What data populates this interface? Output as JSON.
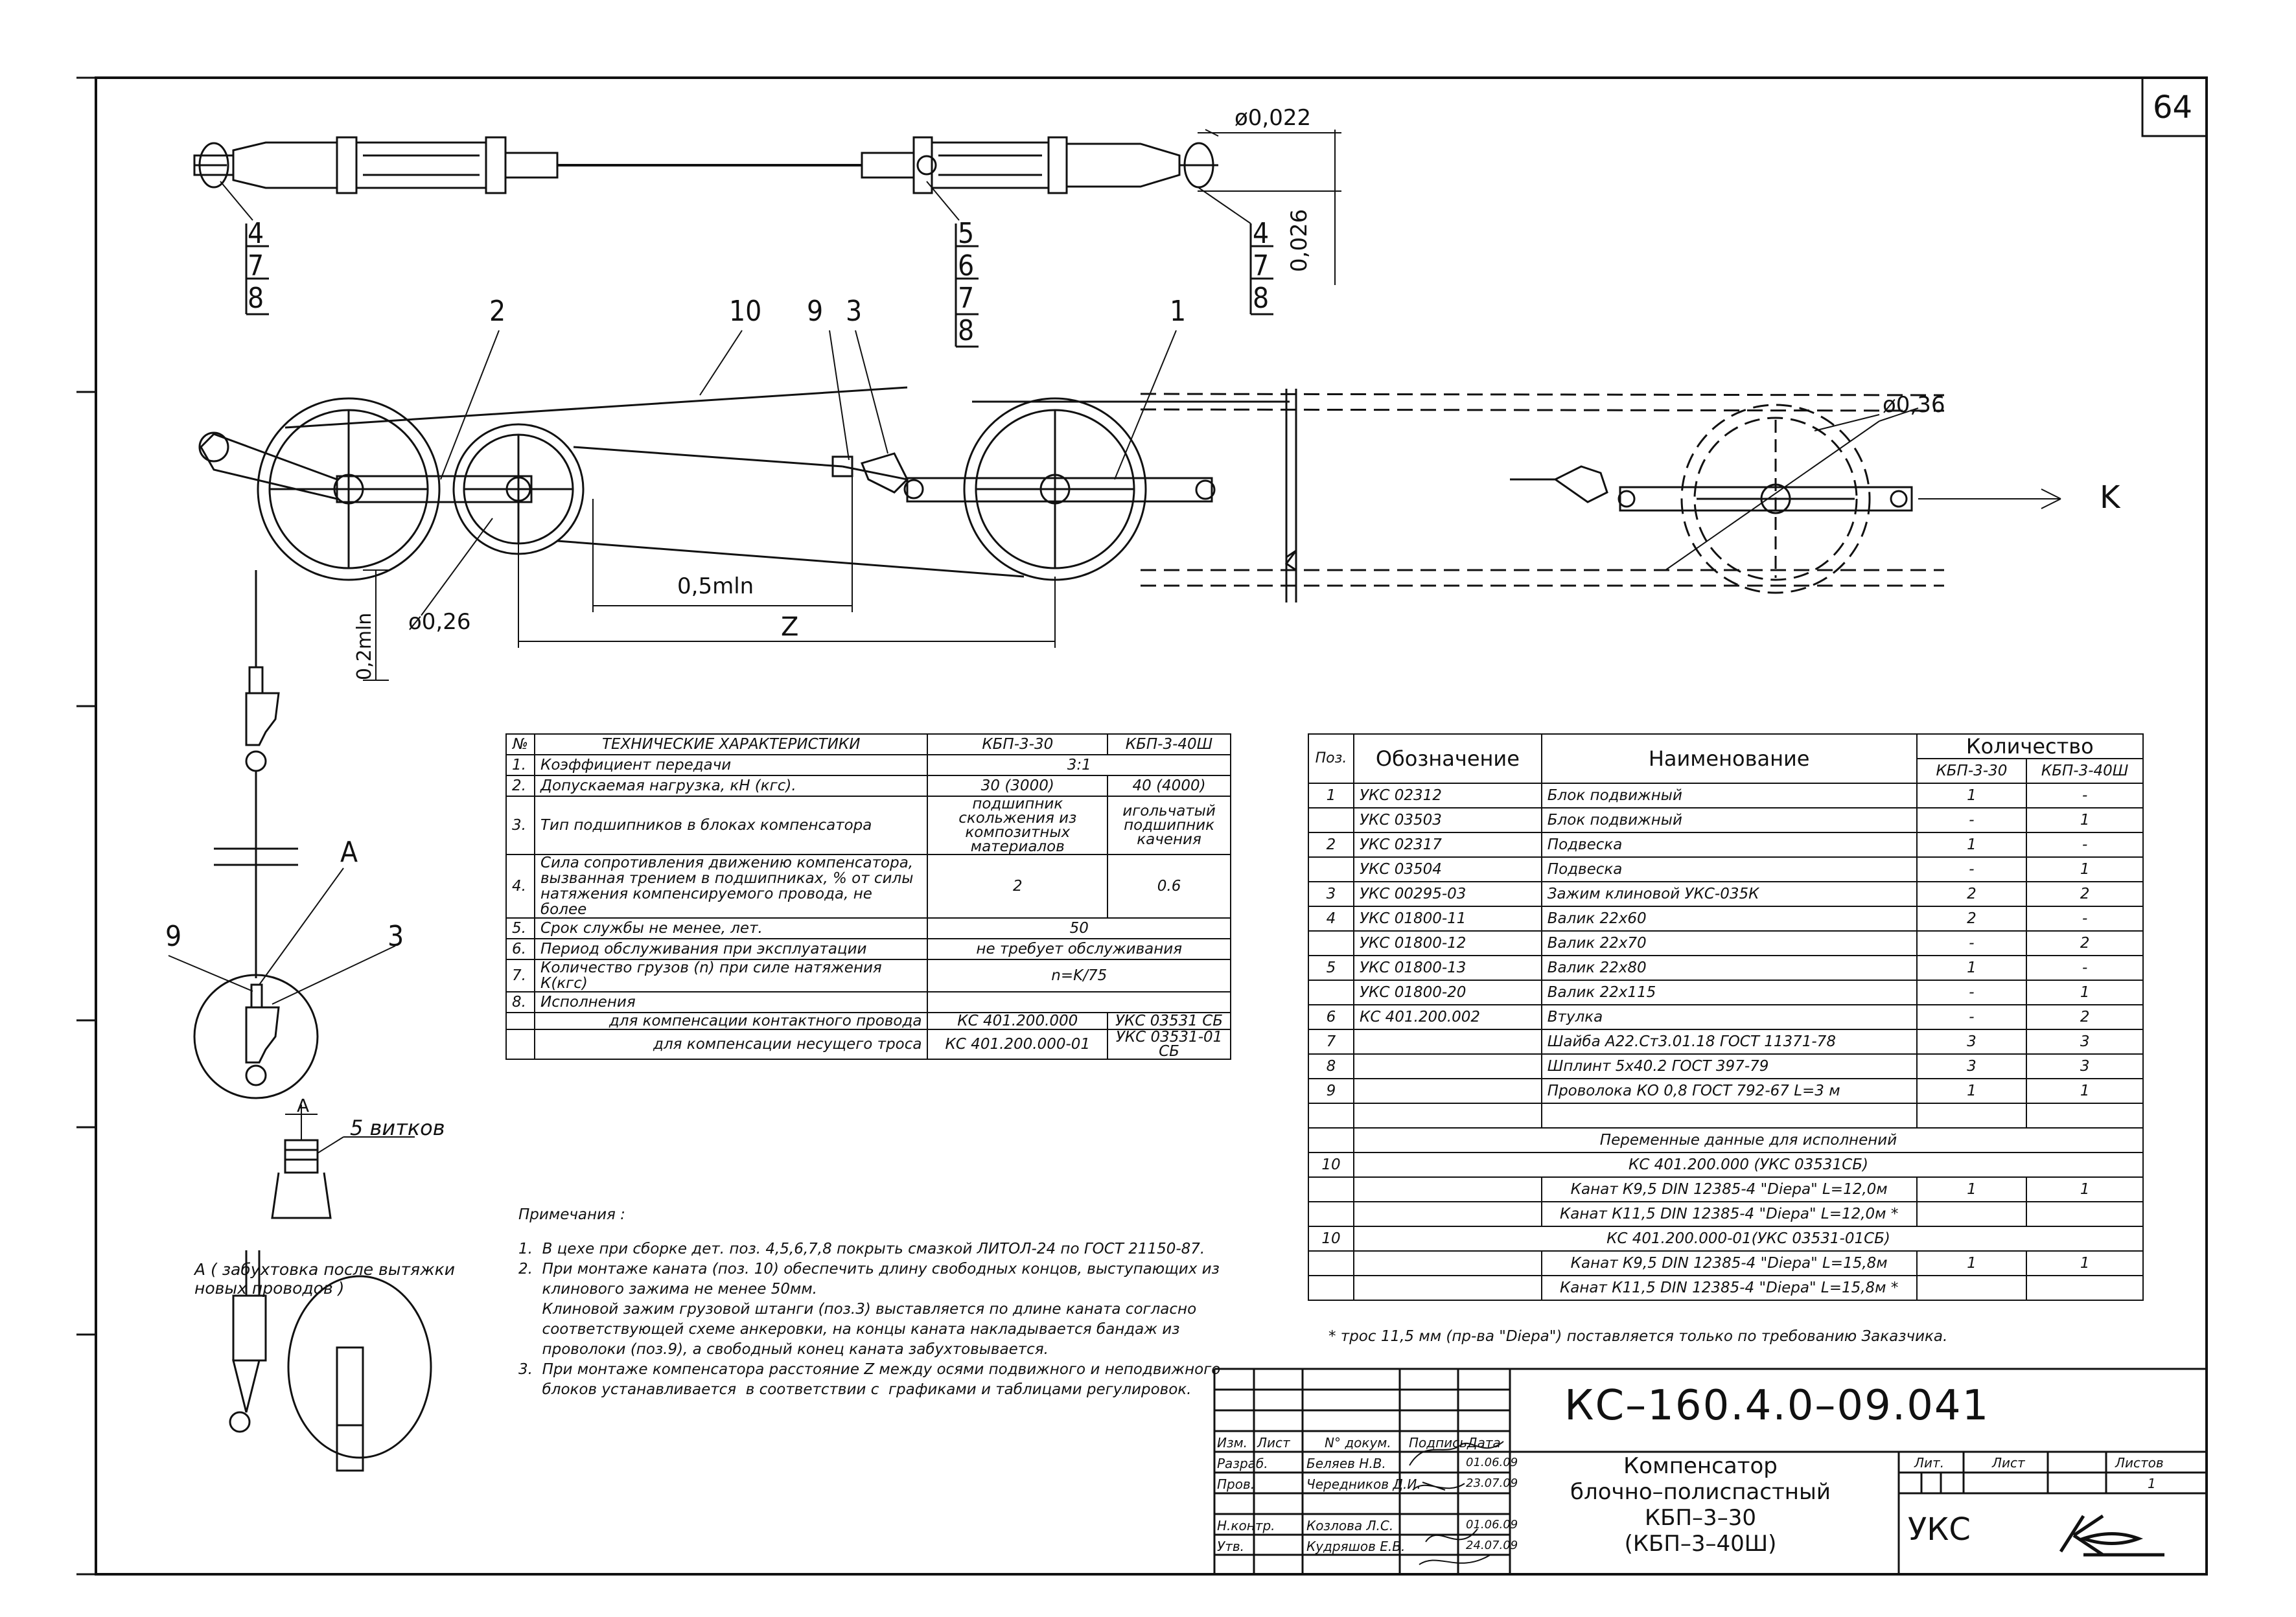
{
  "sheet": {
    "number": "64",
    "document_code": "КС–160.4.0–09.041",
    "title_lines": [
      "Компенсатор",
      "блочно–полиспастный",
      "КБП–3–30",
      "(КБП–3–40Ш)"
    ],
    "organization": "УКС"
  },
  "dimensions": {
    "top_dia": "ø0,022",
    "top_height": "0,026",
    "pulley_dia_right": "ø0,36",
    "pulley_dia_left": "ø0,26",
    "dim_05": "0,5mln",
    "dim_z": "Z",
    "dim_02": "0,2mln",
    "view_k": "K",
    "turns": "5 витков",
    "view_a_label": "А",
    "detail_a_caption": "А ( забухтовка после вытяжки\nновых проводов )"
  },
  "callouts": {
    "top_left": [
      "4",
      "7",
      "8"
    ],
    "top_mid": [
      "5",
      "6",
      "7",
      "8"
    ],
    "top_right": [
      "4",
      "7",
      "8"
    ],
    "main": [
      "2",
      "10",
      "9",
      "3",
      "1"
    ],
    "side": [
      "9",
      "А",
      "3"
    ]
  },
  "tech_table": {
    "headers": [
      "№",
      "ТЕХНИЧЕСКИЕ ХАРАКТЕРИСТИКИ",
      "КБП-3-30",
      "КБП-3-40Ш"
    ],
    "rows": [
      {
        "n": "1.",
        "name": "Коэффициент передачи",
        "span": "3:1"
      },
      {
        "n": "2.",
        "name": "Допускаемая нагрузка, кН (кгс).",
        "a": "30  (3000)",
        "b": "40  (4000)"
      },
      {
        "n": "3.",
        "name": "Тип подшипников в блоках компенсатора",
        "a": "подшипник скольжения из композитных материалов",
        "b": "игольчатый подшипник качения"
      },
      {
        "n": "4.",
        "name": "Сила сопротивления движению компенсатора, вызванная трением в подшипниках, % от силы натяжения компенсируемого провода, не более",
        "a": "2",
        "b": "0.6"
      },
      {
        "n": "5.",
        "name": "Срок службы не менее, лет.",
        "span": "50"
      },
      {
        "n": "6.",
        "name": "Период  обслуживания при  эксплуатации",
        "span": "не требует  обслуживания"
      },
      {
        "n": "7.",
        "name": "Количество грузов (n) при  силе натяжения К(кгс)",
        "span": "n=K/75"
      },
      {
        "n": "8.",
        "name": "Исполнения",
        "span": ""
      },
      {
        "n": "",
        "name": "для компенсации контактного провода",
        "a": "КС 401.200.000",
        "b": "УКС 03531 СБ"
      },
      {
        "n": "",
        "name": "для компенсации несущего троса",
        "a": "КС 401.200.000-01",
        "b": "УКС 03531-01 СБ"
      }
    ]
  },
  "spec_table": {
    "headers": {
      "pos": "Поз.",
      "designation": "Обозначение",
      "name": "Наименование",
      "qty": "Количество",
      "q1": "КБП-3-30",
      "q2": "КБП-3-40Ш"
    },
    "rows": [
      {
        "pos": "1",
        "des": "УКС 02312",
        "name": "Блок подвижный",
        "q1": "1",
        "q2": "-"
      },
      {
        "pos": "",
        "des": "УКС 03503",
        "name": "Блок подвижный",
        "q1": "-",
        "q2": "1"
      },
      {
        "pos": "2",
        "des": "УКС 02317",
        "name": "Подвеска",
        "q1": "1",
        "q2": "-"
      },
      {
        "pos": "",
        "des": "УКС 03504",
        "name": "Подвеска",
        "q1": "-",
        "q2": "1"
      },
      {
        "pos": "3",
        "des": "УКС 00295-03",
        "name": "Зажим клиновой УКС-035К",
        "q1": "2",
        "q2": "2"
      },
      {
        "pos": "4",
        "des": "УКС 01800-11",
        "name": "Валик 22х60",
        "q1": "2",
        "q2": "-"
      },
      {
        "pos": "",
        "des": "УКС 01800-12",
        "name": "Валик 22х70",
        "q1": "-",
        "q2": "2"
      },
      {
        "pos": "5",
        "des": "УКС 01800-13",
        "name": "Валик 22х80",
        "q1": "1",
        "q2": "-"
      },
      {
        "pos": "",
        "des": "УКС 01800-20",
        "name": "Валик 22х115",
        "q1": "-",
        "q2": "1"
      },
      {
        "pos": "6",
        "des": "КС 401.200.002",
        "name": "Втулка",
        "q1": "-",
        "q2": "2"
      },
      {
        "pos": "7",
        "des": "",
        "name": "Шайба А22.Ст3.01.18          ГОСТ 11371-78",
        "q1": "3",
        "q2": "3"
      },
      {
        "pos": "8",
        "des": "",
        "name": "Шплинт 5х40.2       ГОСТ 397-79",
        "q1": "3",
        "q2": "3"
      },
      {
        "pos": "9",
        "des": "",
        "name": "Проволока КО 0,8        ГОСТ 792-67  L=3 м",
        "q1": "1",
        "q2": "1"
      },
      {
        "pos": "",
        "des": "",
        "name": "",
        "q1": "",
        "q2": ""
      }
    ],
    "variable_header": "Переменные данные для исполнений",
    "var_rows": [
      {
        "pos": "10",
        "span": "КС 401.200.000 (УКС 03531СБ)"
      },
      {
        "pos": "",
        "name": "Канат К9,5 DIN 12385-4 \"Diepa\" L=12,0м",
        "q1": "1",
        "q2": "1"
      },
      {
        "pos": "",
        "name": "Канат К11,5 DIN 12385-4 \"Diepa\" L=12,0м *",
        "q1": "",
        "q2": ""
      },
      {
        "pos": "10",
        "span": "КС 401.200.000-01(УКС 03531-01СБ)"
      },
      {
        "pos": "",
        "name": "Канат К9,5 DIN 12385-4 \"Diepa\" L=15,8м",
        "q1": "1",
        "q2": "1"
      },
      {
        "pos": "",
        "name": "Канат К11,5 DIN 12385-4 \"Diepa\" L=15,8м *",
        "q1": "",
        "q2": ""
      }
    ],
    "footnote": "*  трос 11,5 мм (пр-ва \"Diepa\") поставляется только по требованию Заказчика."
  },
  "notes": {
    "title": "Примечания :",
    "items": [
      "1.  В цехе при сборке дет. поз. 4,5,6,7,8 покрыть смазкой ЛИТОЛ-24 по ГОСТ 21150-87.",
      "2.  При монтаже каната (поз. 10) обеспечить длину свободных концов, выступающих из",
      "     клинового зажима не менее 50мм.",
      "     Клиновой зажим грузовой штанги (поз.3) выставляется по длине каната согласно",
      "     соответствующей схеме анкеровки, на концы каната накладывается бандаж из",
      "     проволоки (поз.9), а свободный конец каната забухтовывается.",
      "3.  При монтаже компенсатора расстояние Z между осями подвижного и неподвижного",
      "     блоков устанавливается  в соответствии с  графиками и таблицами регулировок."
    ]
  },
  "title_block": {
    "col_headers": [
      "Изм.",
      "Лист",
      "N° докум.",
      "Подпись",
      "Дата"
    ],
    "roles": [
      {
        "role": "Разраб.",
        "name": "Беляев Н.В.",
        "date": "01.06.09"
      },
      {
        "role": "Пров.",
        "name": "Чередников Д.И.",
        "date": "23.07.09"
      },
      {
        "role": "",
        "name": "",
        "date": ""
      },
      {
        "role": "Н.контр.",
        "name": "Козлова Л.С.",
        "date": "01.06.09"
      },
      {
        "role": "Утв.",
        "name": "Кудряшов Е.В.",
        "date": "24.07.09"
      }
    ],
    "lit": "Лит.",
    "list": "Лист",
    "listov": "Листов",
    "listov_value": "1"
  },
  "colors": {
    "ink": "#111111",
    "paper": "#ffffff"
  }
}
